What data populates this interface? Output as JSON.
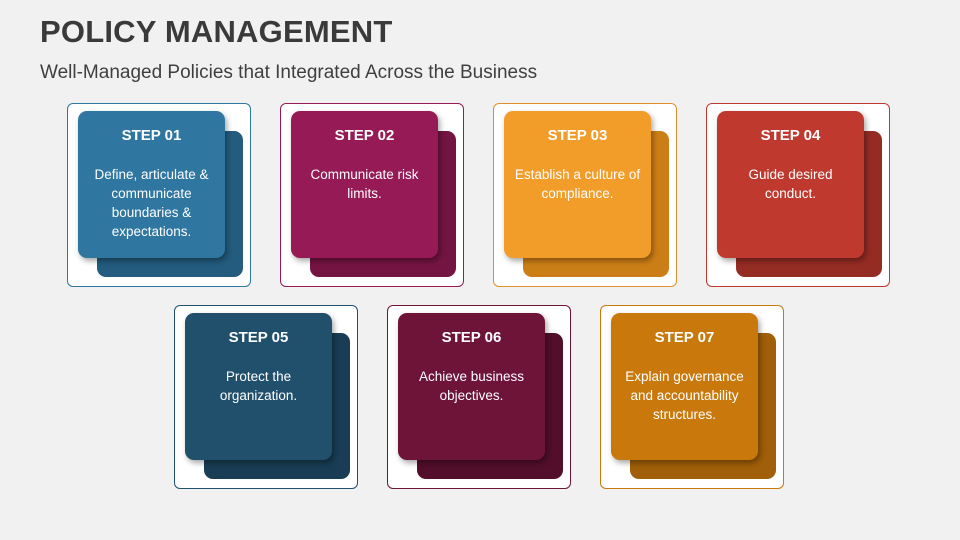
{
  "header": {
    "title": "POLICY MANAGEMENT",
    "subtitle": "Well-Managed Policies that Integrated Across the Business"
  },
  "steps": [
    {
      "label": "STEP 01",
      "text": "Define, articulate & communicate boundaries & expectations.",
      "front_color": "#2f76a0",
      "back_color": "#235c7e",
      "outline_color": "#2f76a0"
    },
    {
      "label": "STEP 02",
      "text": "Communicate risk limits.",
      "front_color": "#961a55",
      "back_color": "#741442",
      "outline_color": "#961a55"
    },
    {
      "label": "STEP 03",
      "text": "Establish a culture of compliance.",
      "front_color": "#f29c2a",
      "back_color": "#cc7e16",
      "outline_color": "#e0902a"
    },
    {
      "label": "STEP 04",
      "text": "Guide desired conduct.",
      "front_color": "#c0392f",
      "back_color": "#952c24",
      "outline_color": "#c0392f"
    },
    {
      "label": "STEP 05",
      "text": "Protect the organization.",
      "front_color": "#21506d",
      "back_color": "#183d54",
      "outline_color": "#21506d"
    },
    {
      "label": "STEP 06",
      "text": "Achieve business objectives.",
      "front_color": "#6d1438",
      "back_color": "#520e2a",
      "outline_color": "#6d1438"
    },
    {
      "label": "STEP 07",
      "text": "Explain governance and accountability structures.",
      "front_color": "#c9780b",
      "back_color": "#a05f08",
      "outline_color": "#c9780b"
    }
  ]
}
